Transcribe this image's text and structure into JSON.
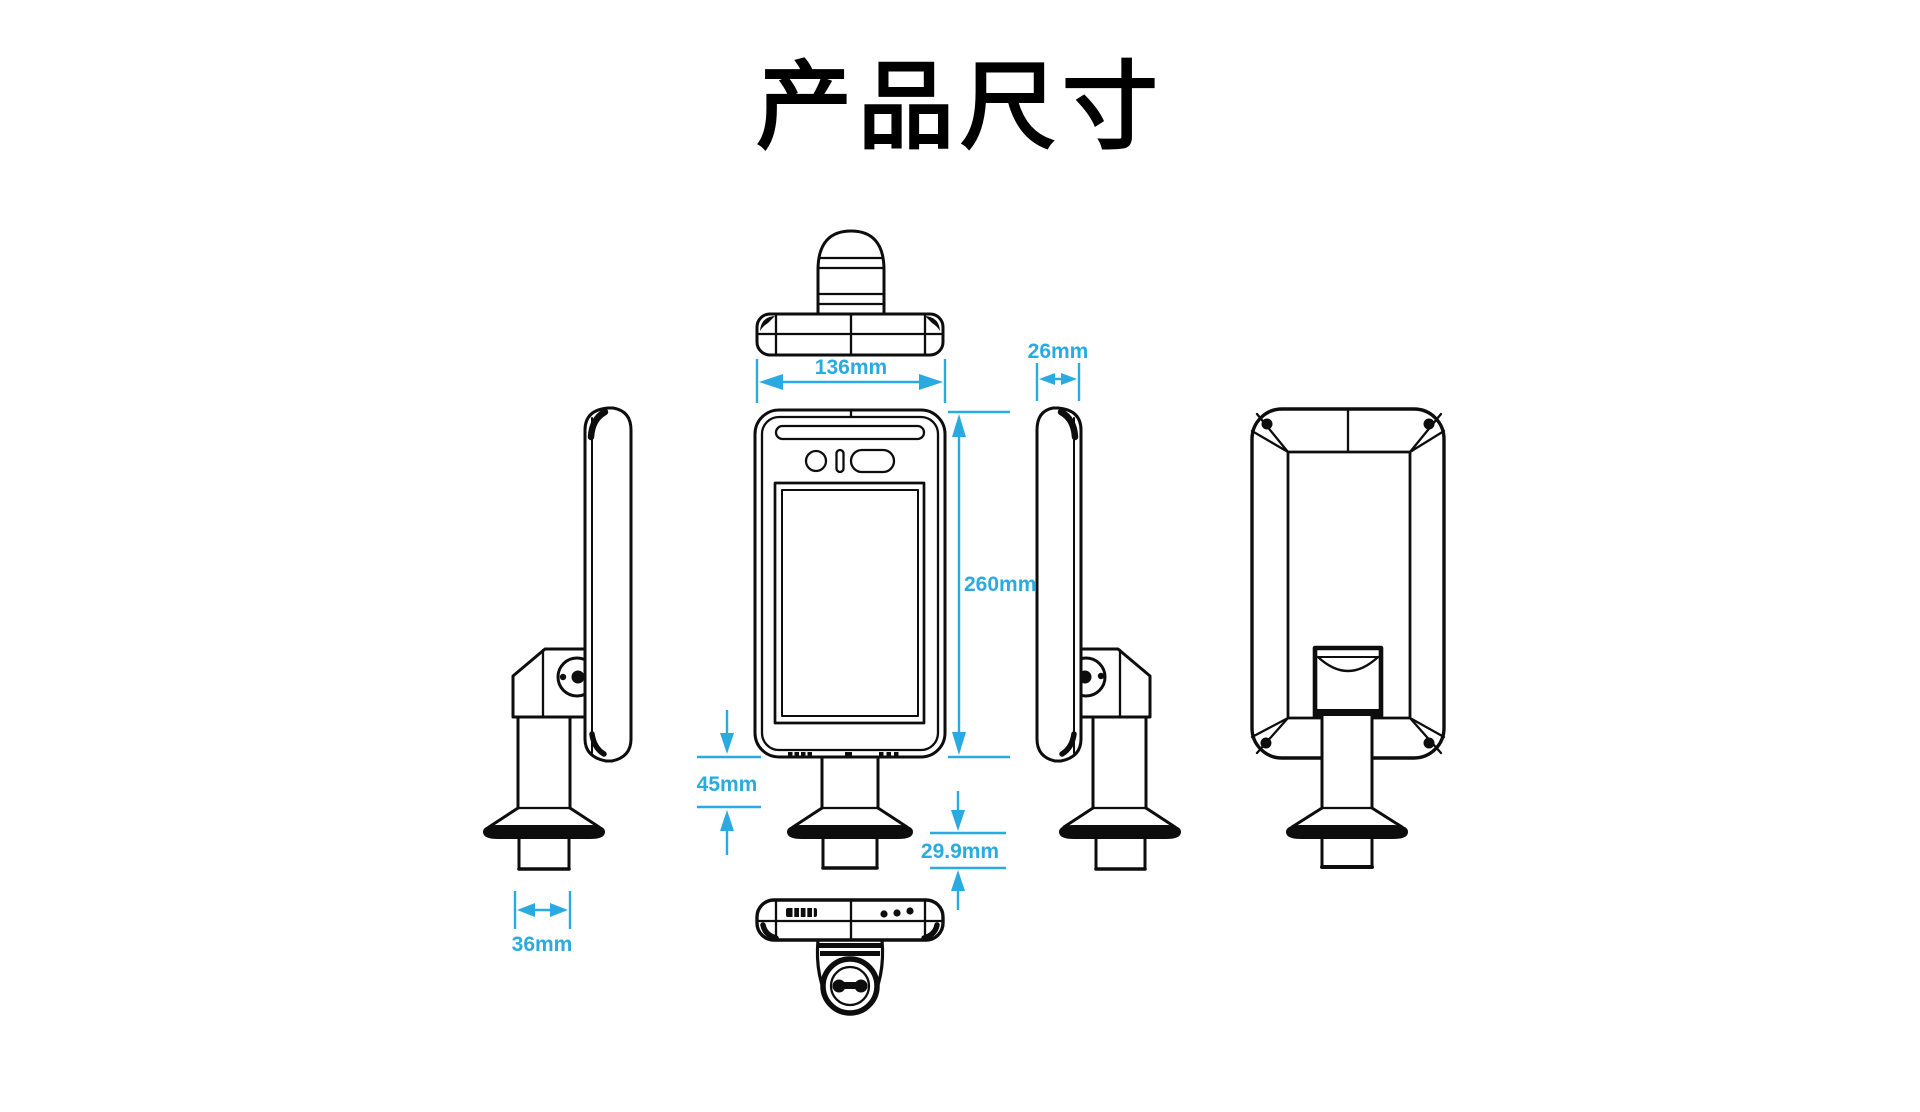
{
  "title": "产品尺寸",
  "colors": {
    "background": "#ffffff",
    "line_art": "#0d0d0d",
    "dimension_accent": "#29ABE2"
  },
  "dimensions": {
    "device_width": "136mm",
    "device_depth": "26mm",
    "device_height": "260mm",
    "mount_neck_height": "45mm",
    "mount_base_height": "29.9mm",
    "pole_width": "36mm"
  }
}
